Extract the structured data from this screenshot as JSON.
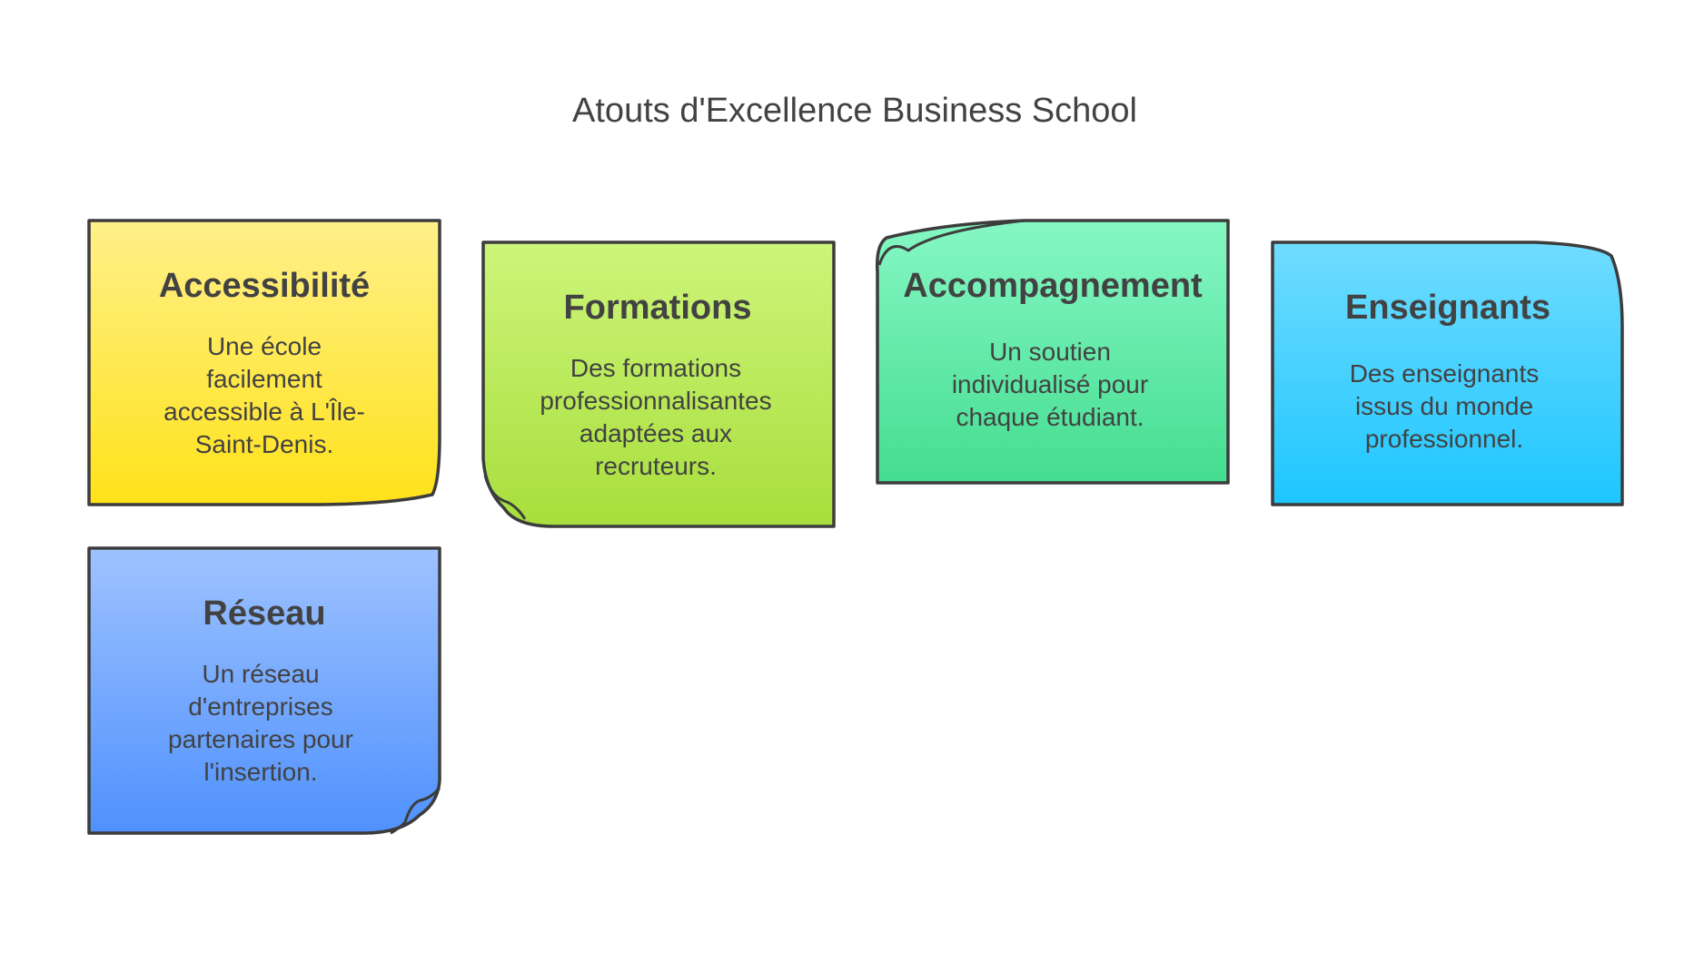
{
  "title": "Atouts d'Excellence Business School",
  "cards": [
    {
      "heading": "Accessibilité",
      "lines": [
        "Une école",
        "facilement",
        "accessible à L'Île-",
        "Saint-Denis."
      ],
      "color_top": "#fff08a",
      "color_bottom": "#ffe21a"
    },
    {
      "heading": "Formations",
      "lines": [
        "Des formations",
        "professionnalisantes",
        "adaptées aux",
        "recruteurs."
      ],
      "color_top": "#cdf57a",
      "color_bottom": "#a8de3c"
    },
    {
      "heading": "Accompagnement",
      "lines": [
        "Un soutien",
        "individualisé pour",
        "chaque étudiant."
      ],
      "color_top": "#86f7c4",
      "color_bottom": "#44dd90"
    },
    {
      "heading": "Enseignants",
      "lines": [
        "Des enseignants",
        "issus du monde",
        "professionnel."
      ],
      "color_top": "#70dcff",
      "color_bottom": "#1ec6ff"
    },
    {
      "heading": "Réseau",
      "lines": [
        "Un réseau",
        "d'entreprises",
        "partenaires pour",
        "l'insertion."
      ],
      "color_top": "#9ec2ff",
      "color_bottom": "#4f91fd"
    }
  ]
}
